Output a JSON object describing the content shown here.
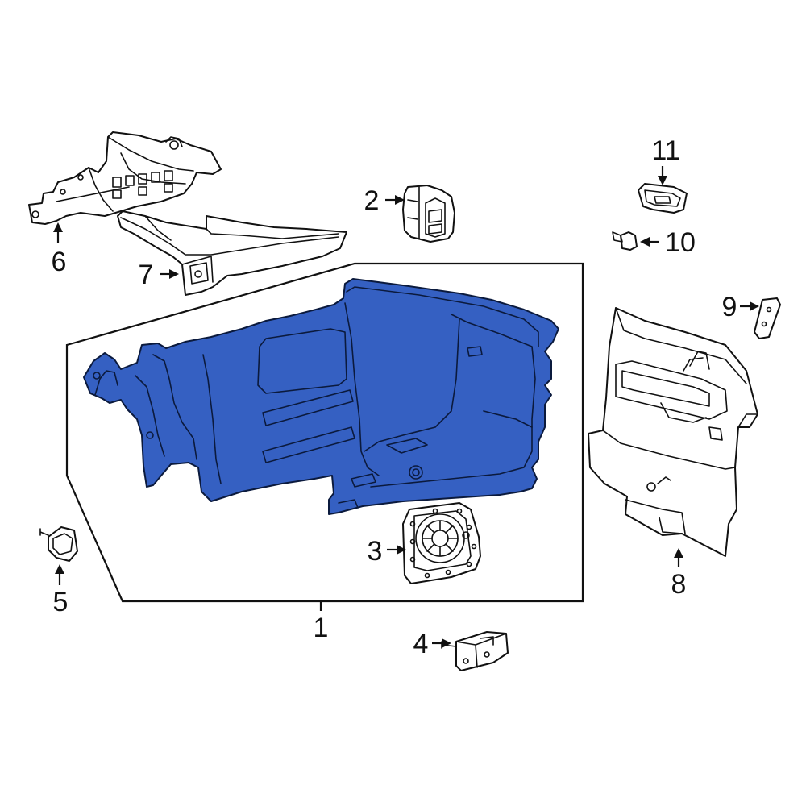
{
  "diagram": {
    "highlight_color": "#3560c2",
    "callouts": [
      {
        "id": "1",
        "text": "1"
      },
      {
        "id": "2",
        "text": "2"
      },
      {
        "id": "3",
        "text": "3"
      },
      {
        "id": "4",
        "text": "4"
      },
      {
        "id": "5",
        "text": "5"
      },
      {
        "id": "6",
        "text": "6"
      },
      {
        "id": "7",
        "text": "7"
      },
      {
        "id": "8",
        "text": "8"
      },
      {
        "id": "9",
        "text": "9"
      },
      {
        "id": "10",
        "text": "10"
      },
      {
        "id": "11",
        "text": "11"
      }
    ]
  }
}
